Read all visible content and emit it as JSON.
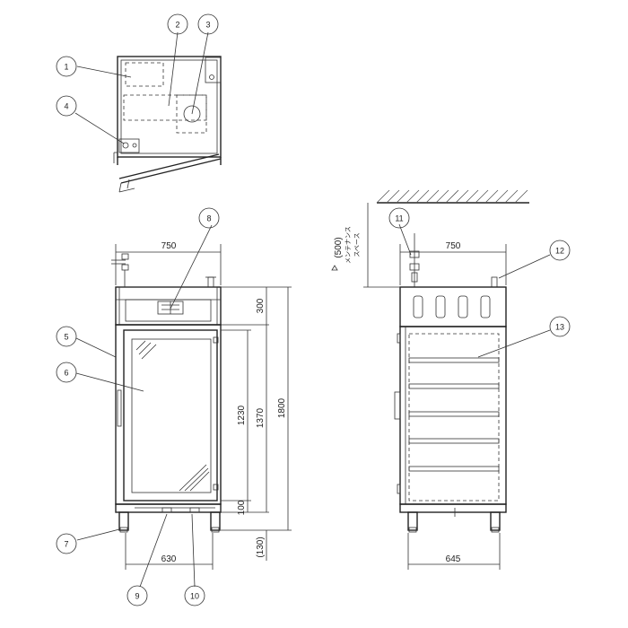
{
  "callouts": [
    "1",
    "2",
    "3",
    "4",
    "5",
    "6",
    "7",
    "8",
    "9",
    "10",
    "11",
    "12",
    "13"
  ],
  "dimensions": {
    "front_width": "750",
    "front_base_width": "630",
    "top_section": "300",
    "door_height": "1230",
    "body_height": "1370",
    "total_height": "1800",
    "bottom_gap": "100",
    "leg_height": "(130)",
    "side_width": "750",
    "side_base_width": "645",
    "clearance": "(500)"
  },
  "maintenance_label_1": "メンテナンス",
  "maintenance_label_2": "スペース"
}
